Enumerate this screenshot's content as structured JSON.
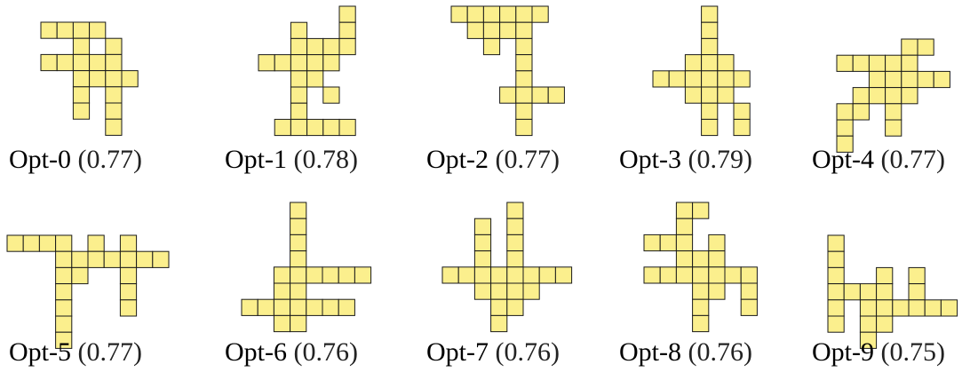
{
  "cell_color": "#fbef8d",
  "border_color": "#1a1a1a",
  "options": [
    {
      "name": "Opt-0",
      "score": "(0.77)",
      "cells": [
        [
          0,
          0
        ],
        [
          1,
          0
        ],
        [
          2,
          0
        ],
        [
          3,
          0
        ],
        [
          2,
          1
        ],
        [
          4,
          1
        ],
        [
          0,
          2
        ],
        [
          1,
          2
        ],
        [
          2,
          2
        ],
        [
          3,
          2
        ],
        [
          4,
          2
        ],
        [
          2,
          3
        ],
        [
          3,
          3
        ],
        [
          4,
          3
        ],
        [
          5,
          3
        ],
        [
          2,
          4
        ],
        [
          4,
          4
        ],
        [
          2,
          5
        ],
        [
          4,
          5
        ],
        [
          4,
          6
        ]
      ]
    },
    {
      "name": "Opt-1",
      "score": "(0.78)",
      "cells": [
        [
          5,
          0
        ],
        [
          2,
          1
        ],
        [
          5,
          1
        ],
        [
          2,
          2
        ],
        [
          3,
          2
        ],
        [
          4,
          2
        ],
        [
          5,
          2
        ],
        [
          0,
          3
        ],
        [
          1,
          3
        ],
        [
          2,
          3
        ],
        [
          3,
          3
        ],
        [
          4,
          3
        ],
        [
          2,
          4
        ],
        [
          3,
          4
        ],
        [
          2,
          5
        ],
        [
          4,
          5
        ],
        [
          2,
          6
        ],
        [
          1,
          7
        ],
        [
          2,
          7
        ],
        [
          3,
          7
        ],
        [
          4,
          7
        ],
        [
          5,
          7
        ]
      ]
    },
    {
      "name": "Opt-2",
      "score": "(0.77)",
      "cells": [
        [
          0,
          0
        ],
        [
          1,
          0
        ],
        [
          2,
          0
        ],
        [
          3,
          0
        ],
        [
          4,
          0
        ],
        [
          5,
          0
        ],
        [
          1,
          1
        ],
        [
          2,
          1
        ],
        [
          3,
          1
        ],
        [
          4,
          1
        ],
        [
          2,
          2
        ],
        [
          4,
          2
        ],
        [
          4,
          3
        ],
        [
          4,
          4
        ],
        [
          3,
          5
        ],
        [
          4,
          5
        ],
        [
          5,
          5
        ],
        [
          6,
          5
        ],
        [
          4,
          6
        ],
        [
          4,
          7
        ]
      ]
    },
    {
      "name": "Opt-3",
      "score": "(0.79)",
      "cells": [
        [
          3,
          0
        ],
        [
          3,
          1
        ],
        [
          3,
          2
        ],
        [
          2,
          3
        ],
        [
          3,
          3
        ],
        [
          4,
          3
        ],
        [
          0,
          4
        ],
        [
          1,
          4
        ],
        [
          2,
          4
        ],
        [
          3,
          4
        ],
        [
          4,
          4
        ],
        [
          5,
          4
        ],
        [
          2,
          5
        ],
        [
          3,
          5
        ],
        [
          4,
          5
        ],
        [
          3,
          6
        ],
        [
          5,
          6
        ],
        [
          3,
          7
        ],
        [
          5,
          7
        ]
      ]
    },
    {
      "name": "Opt-4",
      "score": "(0.77)",
      "cells": [
        [
          4,
          0
        ],
        [
          5,
          0
        ],
        [
          0,
          1
        ],
        [
          1,
          1
        ],
        [
          2,
          1
        ],
        [
          3,
          1
        ],
        [
          4,
          1
        ],
        [
          2,
          2
        ],
        [
          3,
          2
        ],
        [
          4,
          2
        ],
        [
          5,
          2
        ],
        [
          6,
          2
        ],
        [
          1,
          3
        ],
        [
          2,
          3
        ],
        [
          3,
          3
        ],
        [
          4,
          3
        ],
        [
          0,
          4
        ],
        [
          1,
          4
        ],
        [
          3,
          4
        ],
        [
          0,
          5
        ],
        [
          3,
          5
        ],
        [
          0,
          6
        ]
      ]
    },
    {
      "name": "Opt-5",
      "score": "(0.77)",
      "cells": [
        [
          0,
          0
        ],
        [
          1,
          0
        ],
        [
          2,
          0
        ],
        [
          3,
          0
        ],
        [
          5,
          0
        ],
        [
          7,
          0
        ],
        [
          3,
          1
        ],
        [
          4,
          1
        ],
        [
          5,
          1
        ],
        [
          6,
          1
        ],
        [
          7,
          1
        ],
        [
          8,
          1
        ],
        [
          9,
          1
        ],
        [
          3,
          2
        ],
        [
          4,
          2
        ],
        [
          7,
          2
        ],
        [
          3,
          3
        ],
        [
          7,
          3
        ],
        [
          3,
          4
        ],
        [
          7,
          4
        ],
        [
          3,
          5
        ],
        [
          3,
          6
        ]
      ]
    },
    {
      "name": "Opt-6",
      "score": "(0.76)",
      "cells": [
        [
          3,
          0
        ],
        [
          3,
          1
        ],
        [
          3,
          2
        ],
        [
          3,
          3
        ],
        [
          2,
          4
        ],
        [
          3,
          4
        ],
        [
          4,
          4
        ],
        [
          5,
          4
        ],
        [
          6,
          4
        ],
        [
          7,
          4
        ],
        [
          2,
          5
        ],
        [
          3,
          5
        ],
        [
          0,
          6
        ],
        [
          1,
          6
        ],
        [
          2,
          6
        ],
        [
          3,
          6
        ],
        [
          4,
          6
        ],
        [
          5,
          6
        ],
        [
          6,
          6
        ],
        [
          2,
          7
        ],
        [
          3,
          7
        ]
      ]
    },
    {
      "name": "Opt-7",
      "score": "(0.76)",
      "cells": [
        [
          4,
          0
        ],
        [
          2,
          1
        ],
        [
          4,
          1
        ],
        [
          2,
          2
        ],
        [
          4,
          2
        ],
        [
          2,
          3
        ],
        [
          4,
          3
        ],
        [
          0,
          4
        ],
        [
          1,
          4
        ],
        [
          2,
          4
        ],
        [
          3,
          4
        ],
        [
          4,
          4
        ],
        [
          5,
          4
        ],
        [
          6,
          4
        ],
        [
          7,
          4
        ],
        [
          2,
          5
        ],
        [
          3,
          5
        ],
        [
          4,
          5
        ],
        [
          5,
          5
        ],
        [
          3,
          6
        ],
        [
          4,
          6
        ],
        [
          3,
          7
        ]
      ]
    },
    {
      "name": "Opt-8",
      "score": "(0.76)",
      "cells": [
        [
          2,
          0
        ],
        [
          3,
          0
        ],
        [
          2,
          1
        ],
        [
          0,
          2
        ],
        [
          1,
          2
        ],
        [
          2,
          2
        ],
        [
          4,
          2
        ],
        [
          2,
          3
        ],
        [
          3,
          3
        ],
        [
          4,
          3
        ],
        [
          0,
          4
        ],
        [
          1,
          4
        ],
        [
          2,
          4
        ],
        [
          3,
          4
        ],
        [
          4,
          4
        ],
        [
          5,
          4
        ],
        [
          6,
          4
        ],
        [
          3,
          5
        ],
        [
          4,
          5
        ],
        [
          6,
          5
        ],
        [
          3,
          6
        ],
        [
          6,
          6
        ],
        [
          3,
          7
        ]
      ]
    },
    {
      "name": "Opt-9",
      "score": "(0.75)",
      "cells": [
        [
          0,
          0
        ],
        [
          0,
          1
        ],
        [
          0,
          2
        ],
        [
          3,
          2
        ],
        [
          5,
          2
        ],
        [
          0,
          3
        ],
        [
          1,
          3
        ],
        [
          2,
          3
        ],
        [
          3,
          3
        ],
        [
          5,
          3
        ],
        [
          0,
          4
        ],
        [
          2,
          4
        ],
        [
          3,
          4
        ],
        [
          4,
          4
        ],
        [
          5,
          4
        ],
        [
          6,
          4
        ],
        [
          7,
          4
        ],
        [
          0,
          5
        ],
        [
          2,
          5
        ],
        [
          3,
          5
        ],
        [
          2,
          6
        ]
      ]
    }
  ]
}
